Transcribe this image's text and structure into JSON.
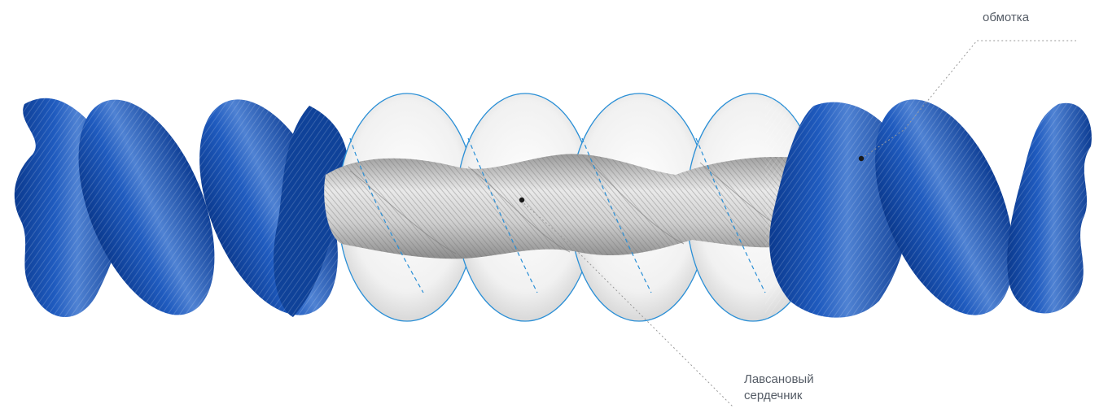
{
  "labels": {
    "wrap": "обмотка",
    "core_line1": "Лавсановый",
    "core_line2": "сердечник"
  },
  "colors": {
    "wrap_dark": "#0e3f98",
    "wrap_mid": "#1f5bbf",
    "wrap_light": "#5f8fdc",
    "core_light": "#e6e6e6",
    "core_dark": "#8a8a8a",
    "bubble_stroke": "#2a8fd6",
    "leader_line": "#9a9a9a",
    "marker_dot": "#1a1a1a"
  }
}
